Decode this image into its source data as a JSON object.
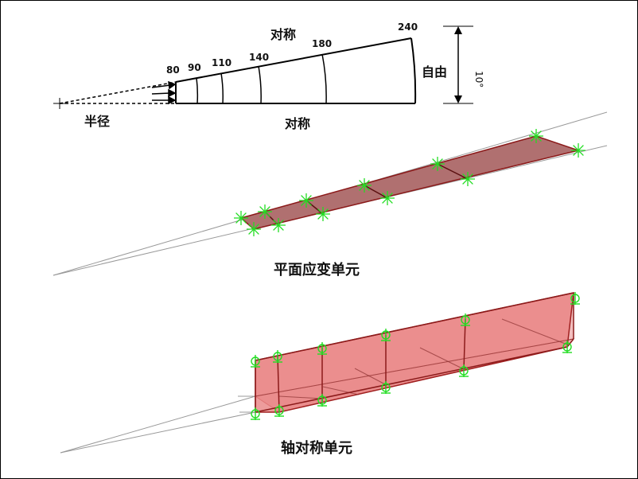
{
  "sector": {
    "radius_label": "半径",
    "top_label": "对称",
    "bottom_label": "对称",
    "free_label": "自由",
    "angle_label": "10°",
    "radii": [
      "80",
      "90",
      "110",
      "140",
      "180",
      "240"
    ]
  },
  "plane": {
    "caption": "平面应变单元"
  },
  "axi": {
    "caption": "轴对称单元"
  },
  "colors": {
    "plane_fill": "#b07070",
    "axi_fill": "#e88080",
    "element_edge": "#8b1a1a",
    "support": "#22dd22",
    "guide": "#999999"
  }
}
